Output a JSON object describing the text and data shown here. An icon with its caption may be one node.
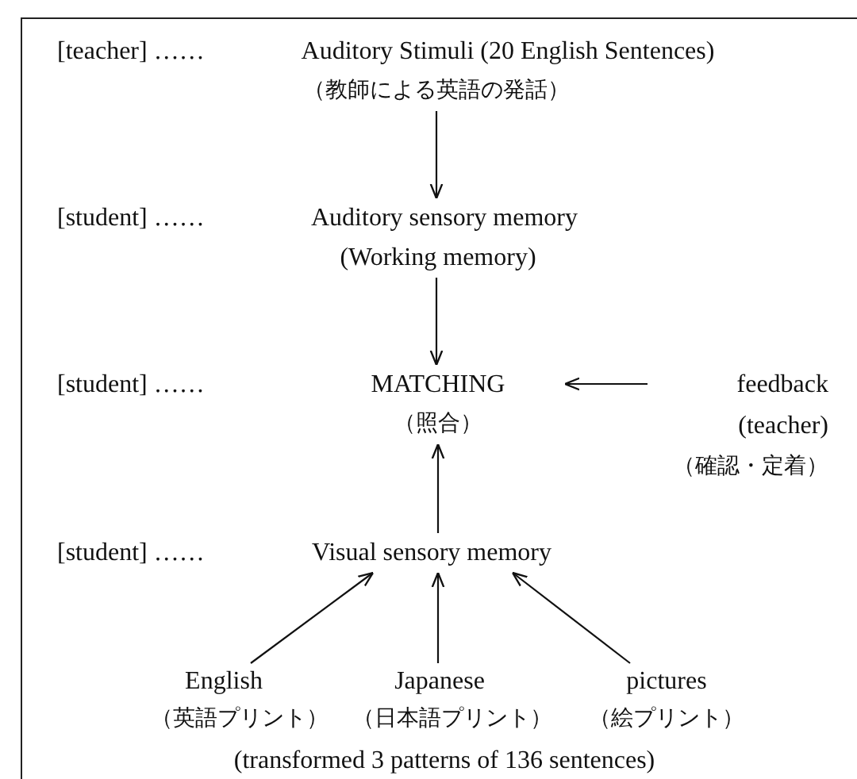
{
  "diagram": {
    "nodes": [
      {
        "text": [
          "Auditory Stimuli (20 English Sentences)",
          "（教師による英語の発話）"
        ]
      },
      {
        "text": [
          "Auditory sensory memory",
          "(Working memory)"
        ]
      },
      {
        "text": [
          "MATCHING",
          "（照合）"
        ]
      },
      {
        "text": [
          "feedback",
          "(teacher)",
          "（確認・定着）"
        ]
      },
      {
        "text": [
          "Visual sensory memory"
        ]
      },
      {
        "text": [
          "English",
          "（英語プリント）"
        ]
      },
      {
        "text": [
          "Japanese",
          "（日本語プリント）"
        ]
      },
      {
        "text": [
          "pictures",
          "（絵プリント）"
        ]
      }
    ],
    "edges": [
      {
        "from": 0,
        "to": 1,
        "arrow": "to"
      },
      {
        "from": 1,
        "to": 2,
        "arrow": "to"
      },
      {
        "from": 3,
        "to": 2,
        "arrow": "to"
      },
      {
        "from": 4,
        "to": 2,
        "arrow": "to"
      },
      {
        "from": 5,
        "to": 4,
        "arrow": "to"
      },
      {
        "from": 6,
        "to": 4,
        "arrow": "to"
      },
      {
        "from": 7,
        "to": 4,
        "arrow": "to"
      }
    ],
    "labels": [
      "[teacher] ……",
      "[student] ……",
      "[student] ……",
      "[student] ……",
      "(transformed 3 patterns of 136 sentences)"
    ]
  }
}
